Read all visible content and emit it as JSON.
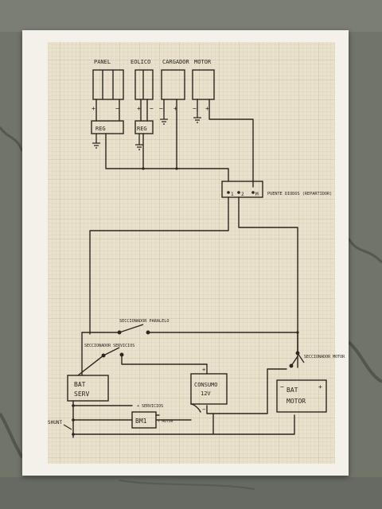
{
  "diagram": {
    "sources": [
      {
        "key": "panel",
        "label": "PANEL"
      },
      {
        "key": "eolico",
        "label": "EOLICO"
      },
      {
        "key": "cargador",
        "label": "CARGADOR"
      },
      {
        "key": "motor",
        "label": "MOTOR"
      }
    ],
    "regulators": [
      {
        "key": "reg1",
        "label": "REG"
      },
      {
        "key": "reg2",
        "label": "REG"
      }
    ],
    "polarity": {
      "plus": "+",
      "minus": "−"
    },
    "bridge": {
      "label": "PUENTE DIODOS (REPARTIDOR)",
      "terminals": [
        "1",
        "2",
        "M"
      ]
    },
    "switches": [
      {
        "key": "servicios",
        "label": "SECCIONADOR SERVICIOS"
      },
      {
        "key": "paralelo",
        "label": "SECCIONADOR PARALELO"
      },
      {
        "key": "motor",
        "label": "SECCIONADOR MOTOR"
      }
    ],
    "batteries": [
      {
        "key": "serv",
        "line1": "BAT",
        "line2": "SERV"
      },
      {
        "key": "motor",
        "line1": "BAT",
        "line2": "MOTOR"
      }
    ],
    "consumer": {
      "line1": "CONSUMO",
      "line2": "12V"
    },
    "monitor": {
      "label": "BM1"
    },
    "annotations": {
      "to_servicios": "+ SERVICIOS",
      "to_motor": "+ MOTOR",
      "shunt": "SHUNT"
    }
  }
}
